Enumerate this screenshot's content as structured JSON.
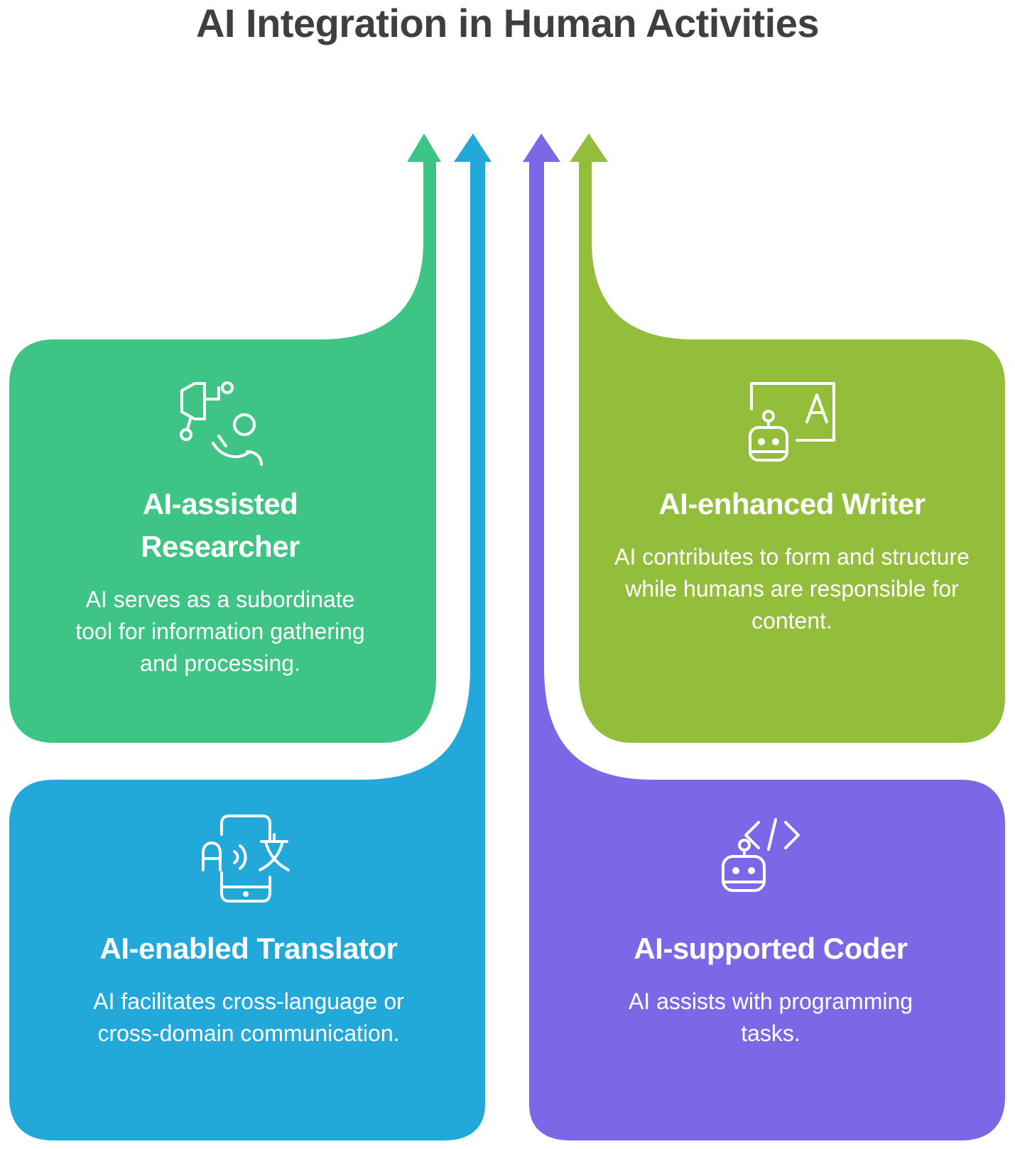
{
  "title": "AI Integration in Human Activities",
  "colors": {
    "researcher": "#3ec586",
    "translator": "#22a8d9",
    "coder": "#7c67e6",
    "writer": "#92be3b",
    "title_text": "#3f3f3f",
    "card_text": "#ffffff"
  },
  "cards": [
    {
      "id": "researcher",
      "title": "AI-assisted Researcher",
      "description": "AI serves as a subordinate tool for information gathering and processing.",
      "icon": "researcher-robot-arm-icon"
    },
    {
      "id": "writer",
      "title": "AI-enhanced Writer",
      "description": "AI contributes to form and structure while humans are responsible for content.",
      "icon": "robot-letter-board-icon"
    },
    {
      "id": "translator",
      "title": "AI-enabled Translator",
      "description": "AI facilitates cross-language or cross-domain communication.",
      "icon": "phone-translate-icon"
    },
    {
      "id": "coder",
      "title": "AI-supported Coder",
      "description": "AI assists with programming tasks.",
      "icon": "robot-code-icon"
    }
  ]
}
